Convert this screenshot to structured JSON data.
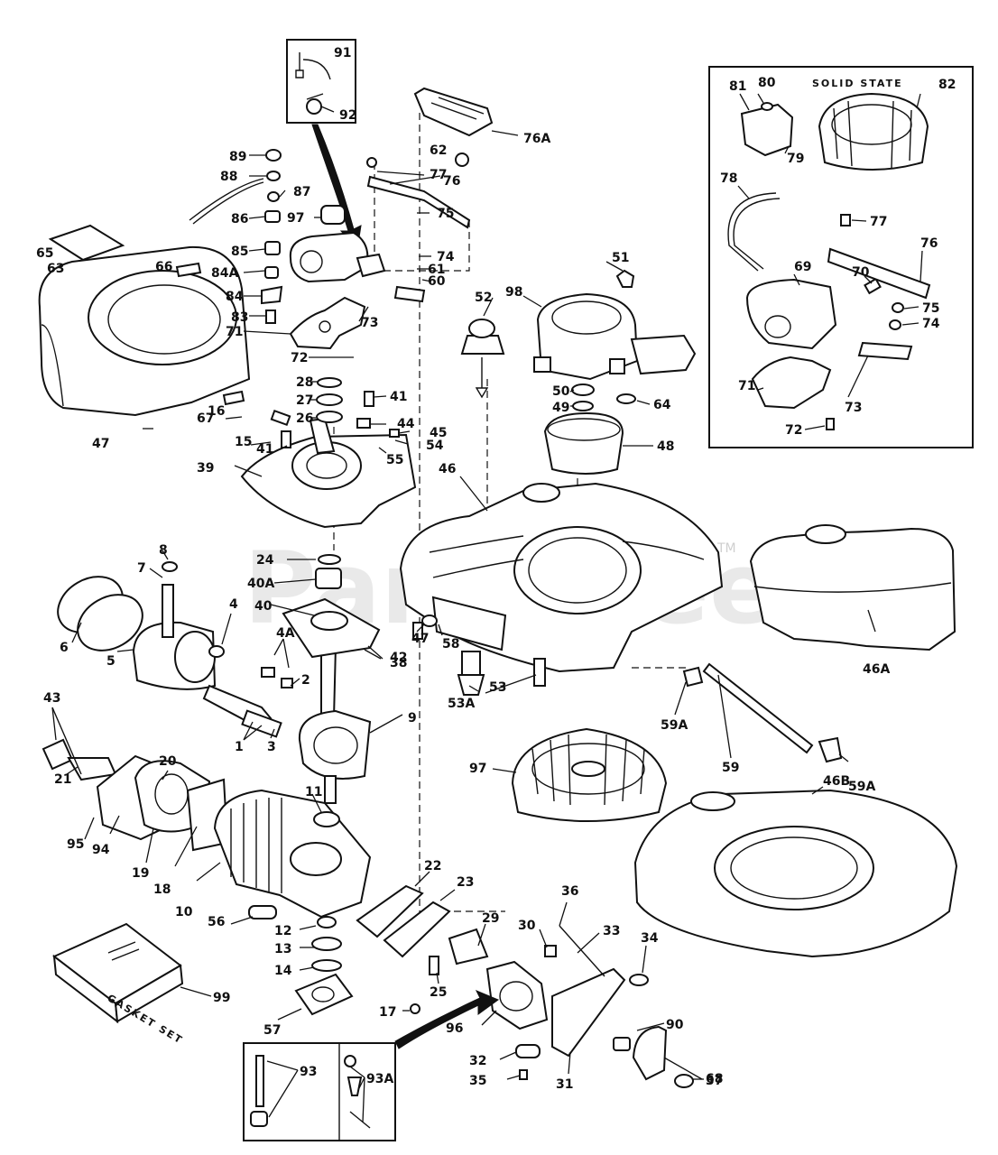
{
  "watermark": "PartsTree",
  "watermark_tm": "TM",
  "inset_label": "SOLID STATE",
  "gasket_set_label": "GASKET SET",
  "callouts": {
    "c91": "91",
    "c92": "92",
    "c76a": "76A",
    "c62": "62",
    "c77": "77",
    "c76": "76",
    "c89": "89",
    "c88": "88",
    "c87": "87",
    "c86": "86",
    "c97a": "97",
    "c85": "85",
    "c84a": "84A",
    "c84": "84",
    "c83": "83",
    "c71": "71",
    "c72": "72",
    "c73": "73",
    "c75": "75",
    "c74": "74",
    "c61": "61",
    "c60": "60",
    "c65": "65",
    "c63": "63",
    "c66": "66",
    "c67": "67",
    "c47a": "47",
    "c16": "16",
    "c15": "15",
    "c41a": "41",
    "c41b": "41",
    "c28": "28",
    "c27": "27",
    "c26": "26",
    "c44": "44",
    "c45": "45",
    "c54": "54",
    "c55": "55",
    "c39": "39",
    "c51": "51",
    "c52": "52",
    "c98": "98",
    "c50": "50",
    "c49": "49",
    "c64": "64",
    "c48": "48",
    "c46": "46",
    "c24": "24",
    "c40a": "40A",
    "c40": "40",
    "c38": "38",
    "c42": "42",
    "c8": "8",
    "c7": "7",
    "c6": "6",
    "c5": "5",
    "c4": "4",
    "c4a": "4A",
    "c2": "2",
    "c1": "1",
    "c3": "3",
    "c9": "9",
    "c43": "43",
    "c21": "21",
    "c20": "20",
    "c95": "95",
    "c94": "94",
    "c19": "19",
    "c18": "18",
    "c10": "10",
    "c11": "11",
    "c47b": "47",
    "c58": "58",
    "c53": "53",
    "c53a": "53A",
    "c97b": "97",
    "c59a1": "59A",
    "c59": "59",
    "c59a2": "59A",
    "c46a": "46A",
    "c46b": "46B",
    "c22": "22",
    "c23": "23",
    "c56": "56",
    "c12": "12",
    "c13": "13",
    "c14": "14",
    "c17": "17",
    "c25": "25",
    "c29": "29",
    "c30": "30",
    "c36": "36",
    "c33": "33",
    "c34": "34",
    "c96": "96",
    "c90": "90",
    "c32": "32",
    "c35": "35",
    "c31": "31",
    "c68": "68",
    "c37": "37",
    "c99": "99",
    "c57": "57",
    "c93": "93",
    "c93a": "93A",
    "i81": "81",
    "i80": "80",
    "i82": "82",
    "i79": "79",
    "i78": "78",
    "i77": "77",
    "i76": "76",
    "i69": "69",
    "i70": "70",
    "i75": "75",
    "i74": "74",
    "i71": "71",
    "i73": "73",
    "i72": "72"
  }
}
